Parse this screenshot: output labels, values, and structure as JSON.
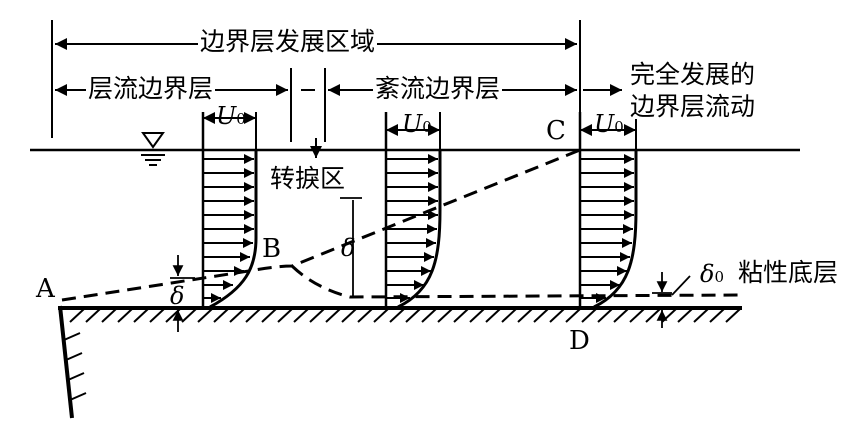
{
  "labels": {
    "development_region": "边界层发展区域",
    "laminar": "层流边界层",
    "turbulent": "紊流边界层",
    "fully_developed_1": "完全发展的",
    "fully_developed_2": "边界层流动",
    "transition": "转捩区",
    "viscous_sublayer": "粘性底层"
  },
  "symbols": {
    "velocity_1": "U",
    "velocity_2": "U",
    "velocity_3": "U",
    "velocity_sub": "0",
    "delta_1": "δ",
    "delta_2": "δ",
    "delta_0": "δ",
    "delta_0_sub": "0"
  },
  "points": {
    "a": "A",
    "b": "B",
    "c": "C",
    "d": "D"
  },
  "colors": {
    "ink": "#000000",
    "paper": "#ffffff"
  }
}
